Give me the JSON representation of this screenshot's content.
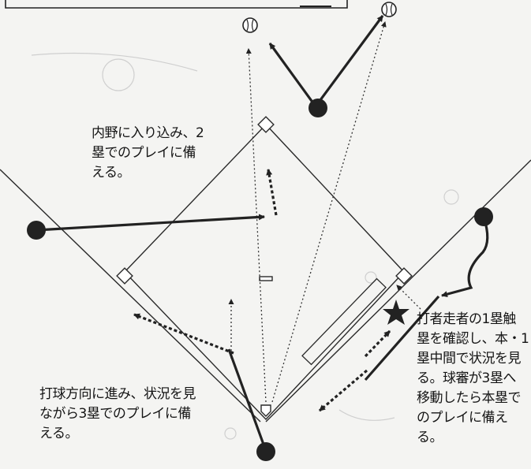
{
  "colors": {
    "ink": "#222222",
    "paper": "#f4f4f2",
    "faint": "#cfcfcf"
  },
  "notes": {
    "infield": [
      "内野に入り込み、2",
      "塁でのプレイに備",
      "える。"
    ],
    "batter_direction": [
      "打球方向に進み、状況を見",
      "ながら3塁でのプレイに備",
      "える。"
    ],
    "umpire_cover": [
      "打者走者の1塁触",
      "塁を確認し、本・1",
      "塁中間で状況を見",
      "る。球審が3塁へ",
      "移動したら本塁で",
      "のプレイに備え",
      "る。"
    ]
  },
  "icons": [
    "baseball-icon",
    "baseball-icon",
    "star-icon"
  ]
}
